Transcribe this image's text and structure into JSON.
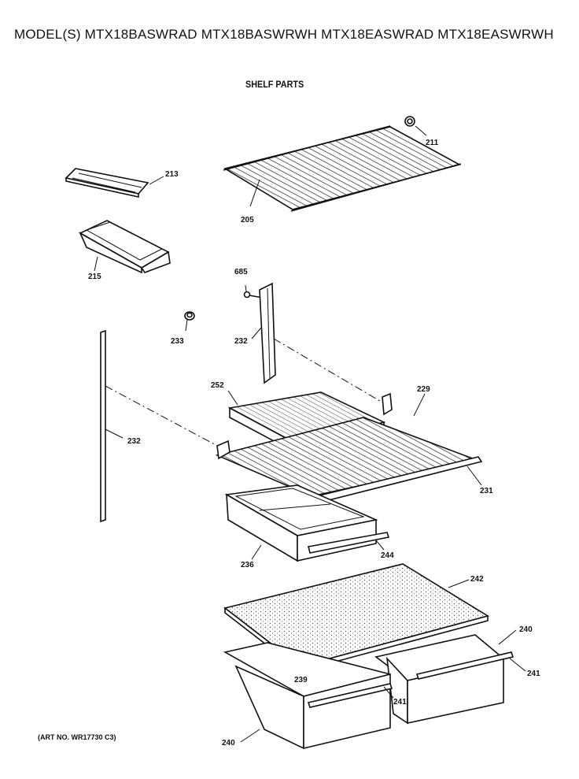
{
  "header": {
    "title": "MODEL(S) MTX18BASWRAD  MTX18BASWRWH  MTX18EASWRAD  MTX18EASWRWH",
    "section": "SHELF PARTS"
  },
  "footer": {
    "art_number": "(ART NO. WR17730 C3)"
  },
  "callouts": {
    "c211": "211",
    "c213": "213",
    "c205": "205",
    "c215": "215",
    "c685": "685",
    "c233": "233",
    "c232a": "232",
    "c232b": "232",
    "c252": "252",
    "c229": "229",
    "c231": "231",
    "c236": "236",
    "c244": "244",
    "c242": "242",
    "c240a": "240",
    "c241a": "241",
    "c239": "239",
    "c241b": "241",
    "c240b": "240"
  }
}
